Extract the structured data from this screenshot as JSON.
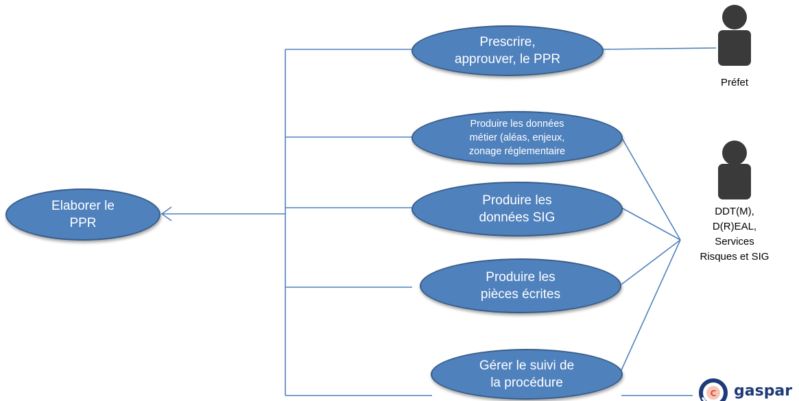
{
  "use_cases": {
    "main": [
      "Elaborer le",
      "PPR"
    ],
    "prescrire": [
      "Prescrire,",
      "approuver, le PPR"
    ],
    "donnees_metier": [
      "Produire les données",
      "métier (aléas, enjeux,",
      "zonage réglementaire"
    ],
    "donnees_sig": [
      "Produire les",
      "données SIG"
    ],
    "pieces_ecrites": [
      "Produire les",
      "pièces écrites"
    ],
    "suivi": [
      "Gérer le suivi de",
      "la procédure"
    ]
  },
  "actors": {
    "prefet": "Préfet",
    "services": [
      "DDT(M),",
      "D(R)EAL,",
      "Services",
      "Risques et SIG"
    ],
    "gaspar": "gaspar"
  },
  "colors": {
    "ellipse_fill": "#4f81bd",
    "ellipse_border": "#385d8a",
    "actor": "#3a3a3a",
    "logo": "#1e3a78",
    "logo_accent": "#e0502a"
  }
}
